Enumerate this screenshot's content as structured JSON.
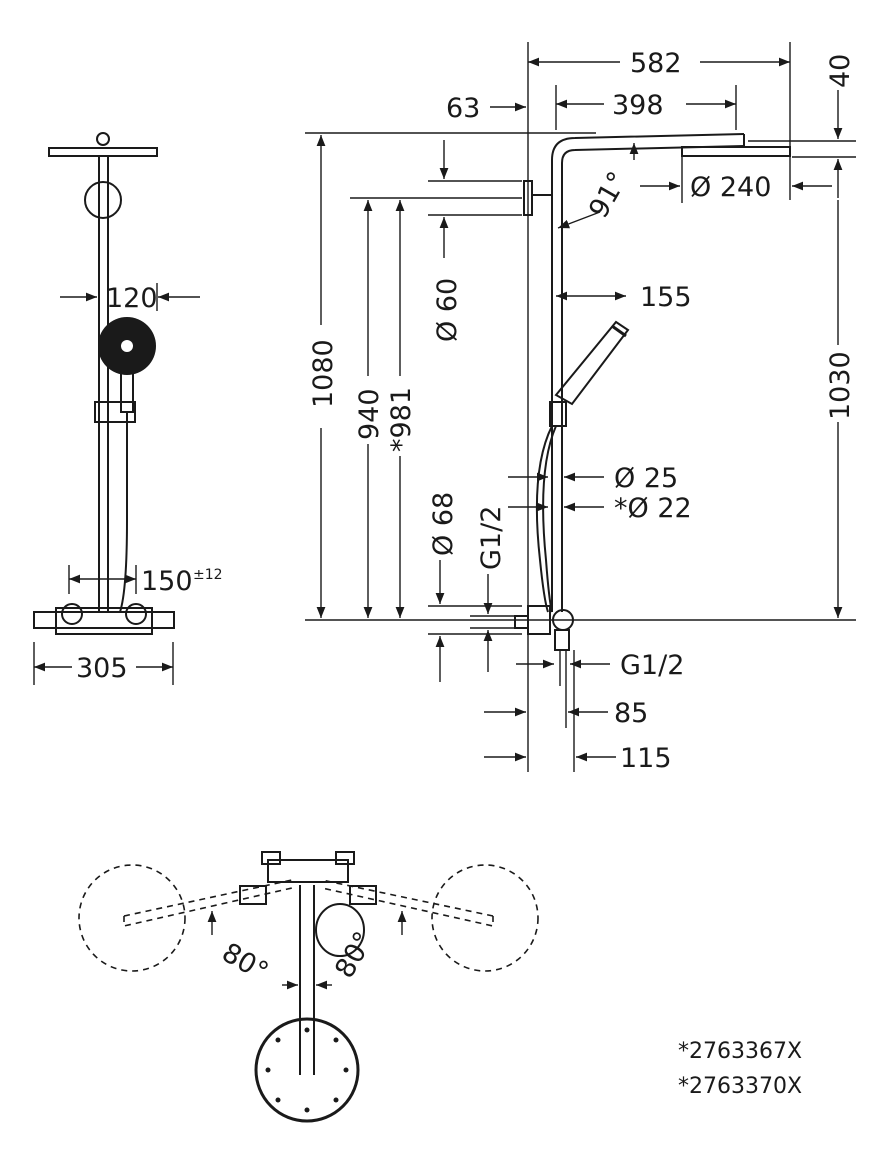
{
  "dimensions": {
    "top_width": "582",
    "head_drop": "40",
    "wall_offset": "63",
    "arm_length": "398",
    "head_angle": "91°",
    "head_diameter": "Ø 240",
    "bracket_diameter": "Ø 60",
    "hand_offset": "155",
    "total_height": "1080",
    "height_940": "940",
    "height_981": "*981",
    "riser_height": "1030",
    "tube_diameter_25": "Ø 25",
    "tube_diameter_22": "*Ø 22",
    "mixer_diameter": "Ø 68",
    "inlet_thread_vertical": "G1/2",
    "inlet_thread": "G1/2",
    "depth_85": "85",
    "depth_115": "115",
    "front_hand_width": "120",
    "centre_distance": "150",
    "centre_tolerance": "±12",
    "mixer_width": "305",
    "swing_left": "80°",
    "swing_right": "80°"
  },
  "notes": [
    "*2763367X",
    "*2763370X"
  ]
}
